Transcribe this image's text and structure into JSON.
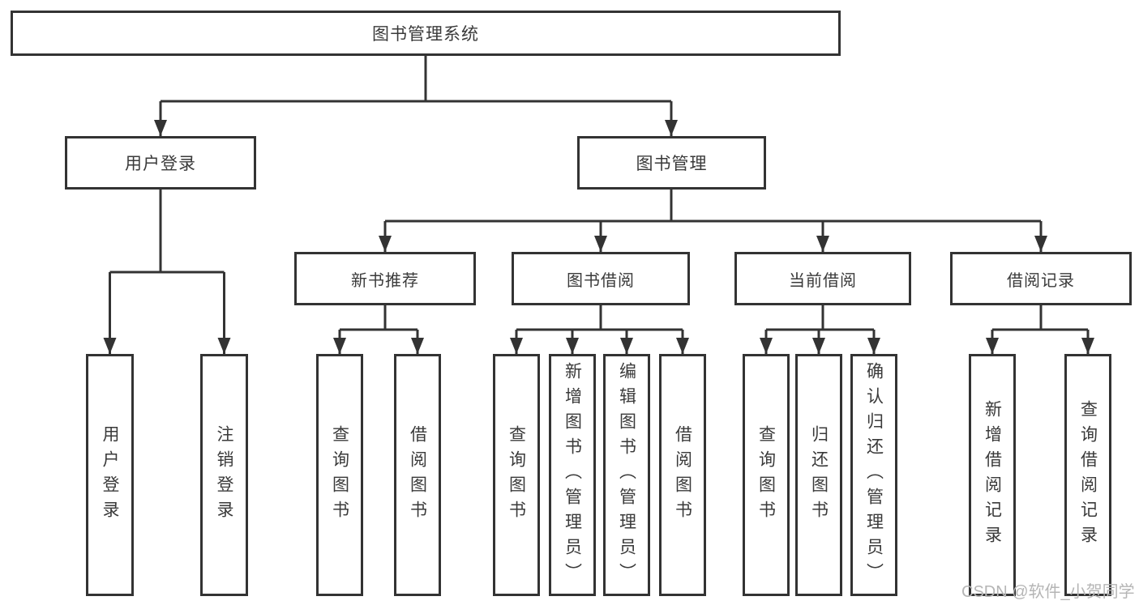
{
  "tree": {
    "root": {
      "label": "图书管理系统"
    },
    "branches": [
      {
        "label": "用户登录",
        "leaves": [
          "用户登录",
          "注销登录"
        ]
      },
      {
        "label": "图书管理",
        "sections": [
          {
            "label": "新书推荐",
            "leaves": [
              "查询图书",
              "借阅图书"
            ]
          },
          {
            "label": "图书借阅",
            "leaves": [
              "查询图书",
              "新增图书（管理员）",
              "编辑图书（管理员）",
              "借阅图书"
            ]
          },
          {
            "label": "当前借阅",
            "leaves": [
              "查询图书",
              "归还图书",
              "确认归还（管理员）"
            ]
          },
          {
            "label": "借阅记录",
            "leaves": [
              "新增借阅记录",
              "查询借阅记录"
            ]
          }
        ]
      }
    ]
  },
  "watermark": "CSDN @软件_小贺同学",
  "colors": {
    "line": "#333333",
    "box_border": "#333333",
    "box_background": "#ffffff",
    "text": "#3a3a3a",
    "watermark_text": "#b5b5b5"
  }
}
